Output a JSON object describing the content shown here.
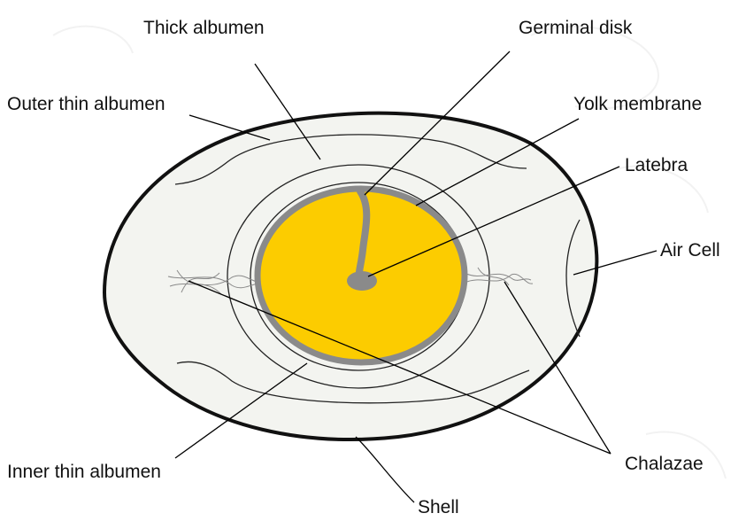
{
  "labels": {
    "thick_albumen": "Thick albumen",
    "germinal_disk": "Germinal disk",
    "outer_thin_albumen": "Outer thin albumen",
    "yolk_membrane": "Yolk membrane",
    "latebra": "Latebra",
    "air_cell": "Air Cell",
    "inner_thin_albumen": "Inner thin albumen",
    "chalazae": "Chalazae",
    "shell": "Shell"
  },
  "colors": {
    "egg_white": "#f3f4f0",
    "yolk": "#fccc00",
    "yolk_membrane": "#8a8a8a",
    "outline": "#111111"
  }
}
